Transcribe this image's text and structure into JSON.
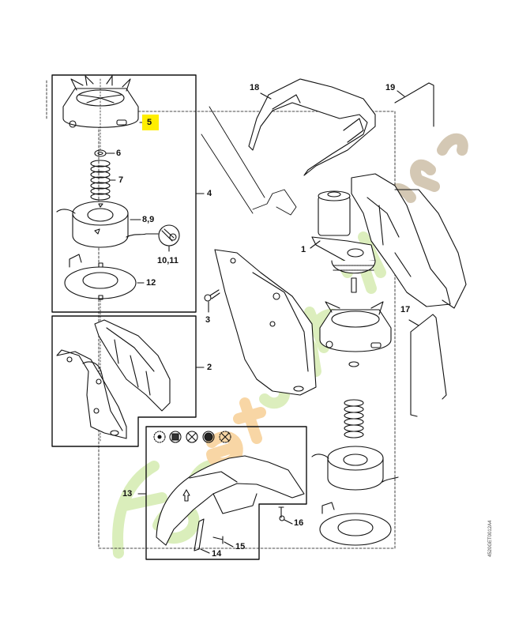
{
  "diagram": {
    "type": "exploded-parts-diagram",
    "highlighted_part": "5",
    "highlight_color": "#ffee00",
    "line_color": "#111111",
    "document_id": "4520GET0012A4",
    "watermark": {
      "text_parts": [
        "For",
        "e",
        "t",
        "jardin",
        ".ch"
      ],
      "colors": [
        "#cfe89a",
        "#f7c98a",
        "#f7c98a",
        "#d6ecae",
        "#cbbba3"
      ]
    }
  },
  "groups": [
    {
      "id": "4",
      "label": "4",
      "contains": [
        "5",
        "6",
        "7",
        "8,9",
        "10,11",
        "12"
      ]
    },
    {
      "id": "2",
      "label": "2"
    },
    {
      "id": "13",
      "label": "13",
      "contains": [
        "14",
        "15"
      ]
    }
  ],
  "parts": [
    {
      "number": "1",
      "name": "motor-gear-unit"
    },
    {
      "number": "2",
      "name": "housing-halves"
    },
    {
      "number": "3",
      "name": "screw"
    },
    {
      "number": "4",
      "name": "mowing-head-assembly"
    },
    {
      "number": "5",
      "name": "spool-cover",
      "highlighted": true
    },
    {
      "number": "6",
      "name": "retaining-ring"
    },
    {
      "number": "7",
      "name": "spring"
    },
    {
      "number": "8,9",
      "name": "line-spool"
    },
    {
      "number": "10,11",
      "name": "trimmer-line"
    },
    {
      "number": "12",
      "name": "spool-housing"
    },
    {
      "number": "13",
      "name": "deflector-guard"
    },
    {
      "number": "14",
      "name": "line-limiter-blade"
    },
    {
      "number": "15",
      "name": "screw"
    },
    {
      "number": "16",
      "name": "screw"
    },
    {
      "number": "17",
      "name": "spacer-bracket"
    },
    {
      "number": "18",
      "name": "safety-glasses"
    },
    {
      "number": "19",
      "name": "hex-key"
    }
  ],
  "labels": {
    "l1": "1",
    "l2": "2",
    "l3": "3",
    "l4": "4",
    "l5": "5",
    "l6": "6",
    "l7": "7",
    "l89": "8,9",
    "l1011": "10,11",
    "l12": "12",
    "l13": "13",
    "l14": "14",
    "l15": "15",
    "l16": "16",
    "l17": "17",
    "l18": "18",
    "l19": "19"
  },
  "symbol_row": [
    "disc-symbol",
    "blade-symbol-filled",
    "crossed-tool-symbol",
    "filled-disc-symbol",
    "crossed-blade-symbol"
  ]
}
